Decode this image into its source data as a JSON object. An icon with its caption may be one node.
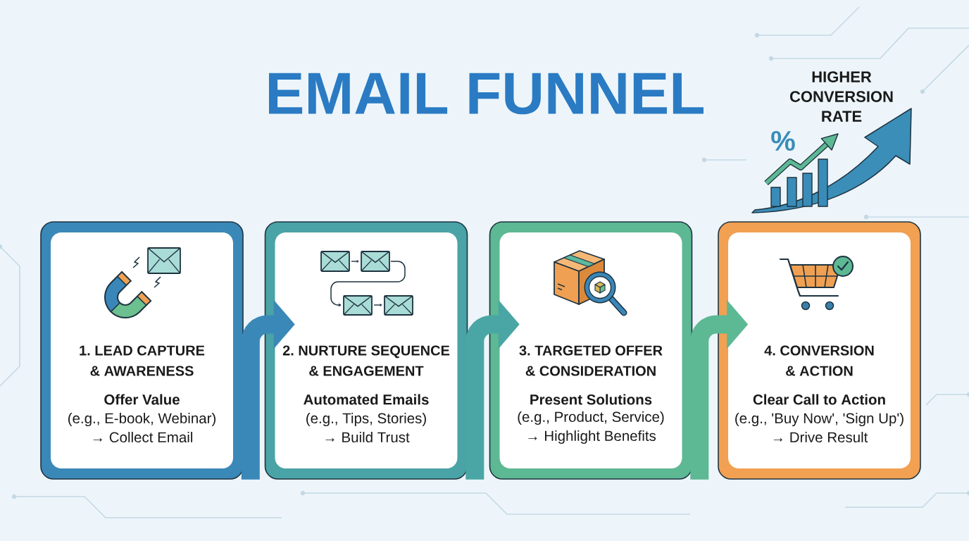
{
  "diagram": {
    "title": "EMAIL FUNNEL",
    "nodes": [
      {
        "text": [
          "1. LEAD CAPTURE & AWARENESS",
          "Offer Value",
          "(e.g., E-book, Webinar) → Collect Email"
        ]
      },
      {
        "text": [
          "2. NURTURE SEQUENCE & ENGAGEMENT",
          "Automated Emails",
          "(e.g., Tips, Stories) → Build Trust"
        ]
      },
      {
        "text": [
          "3. TARGETED OFFER & CONSIDERATION",
          "Present Solutions",
          "(e.g., Product, Service) → Highlight Benefits"
        ]
      },
      {
        "text": [
          "4. CONVERSION & ACTION",
          "Clear Call to Action",
          "(e.g., 'Buy Now', 'Sign Up') → Drive Result"
        ]
      }
    ],
    "edges": [
      {
        "from": 0,
        "to": 1,
        "arrow": "to",
        "color": "#3a88b8"
      },
      {
        "from": 1,
        "to": 2,
        "arrow": "to",
        "color": "#4aa6a4"
      },
      {
        "from": 2,
        "to": 3,
        "arrow": "to",
        "color": "#5db894"
      }
    ],
    "labels": [
      "HIGHER CONVERSION RATE",
      "%"
    ]
  }
}
